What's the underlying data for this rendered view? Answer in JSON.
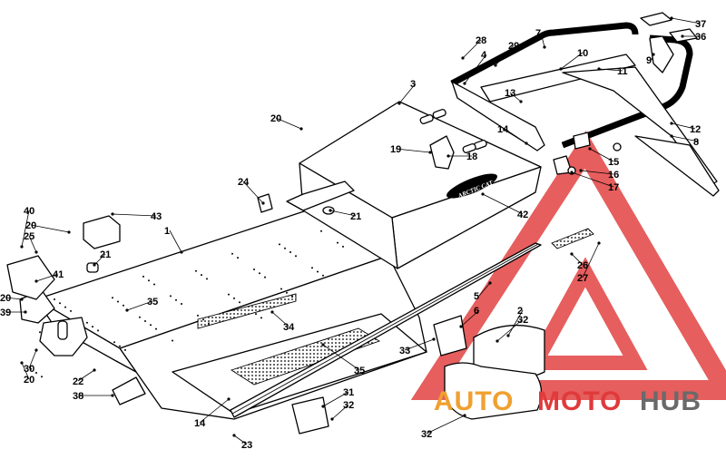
{
  "diagram": {
    "callouts": [
      {
        "n": "1"
      },
      {
        "n": "2"
      },
      {
        "n": "3"
      },
      {
        "n": "4"
      },
      {
        "n": "5"
      },
      {
        "n": "6"
      },
      {
        "n": "7"
      },
      {
        "n": "8"
      },
      {
        "n": "9"
      },
      {
        "n": "10"
      },
      {
        "n": "11"
      },
      {
        "n": "12"
      },
      {
        "n": "13"
      },
      {
        "n": "14"
      },
      {
        "n": "14"
      },
      {
        "n": "15"
      },
      {
        "n": "16"
      },
      {
        "n": "17"
      },
      {
        "n": "18"
      },
      {
        "n": "19"
      },
      {
        "n": "20"
      },
      {
        "n": "20"
      },
      {
        "n": "20"
      },
      {
        "n": "20"
      },
      {
        "n": "21"
      },
      {
        "n": "21"
      },
      {
        "n": "22"
      },
      {
        "n": "23"
      },
      {
        "n": "24"
      },
      {
        "n": "25"
      },
      {
        "n": "26"
      },
      {
        "n": "27"
      },
      {
        "n": "28"
      },
      {
        "n": "29"
      },
      {
        "n": "30"
      },
      {
        "n": "31"
      },
      {
        "n": "32"
      },
      {
        "n": "32"
      },
      {
        "n": "32"
      },
      {
        "n": "33"
      },
      {
        "n": "34"
      },
      {
        "n": "35"
      },
      {
        "n": "35"
      },
      {
        "n": "36"
      },
      {
        "n": "37"
      },
      {
        "n": "38"
      },
      {
        "n": "39"
      },
      {
        "n": "40"
      },
      {
        "n": "41"
      },
      {
        "n": "42"
      },
      {
        "n": "43"
      }
    ]
  },
  "decal": {
    "brand": "ARCTIC CAT"
  },
  "watermark": {
    "part1": "AUTO",
    "part2": "MOTO",
    "part3": "HUB"
  },
  "colors": {
    "watermark_red": "#e03a3a",
    "watermark_orange": "#f0a030",
    "watermark_gray": "#6a6a6a",
    "line": "#000000"
  }
}
